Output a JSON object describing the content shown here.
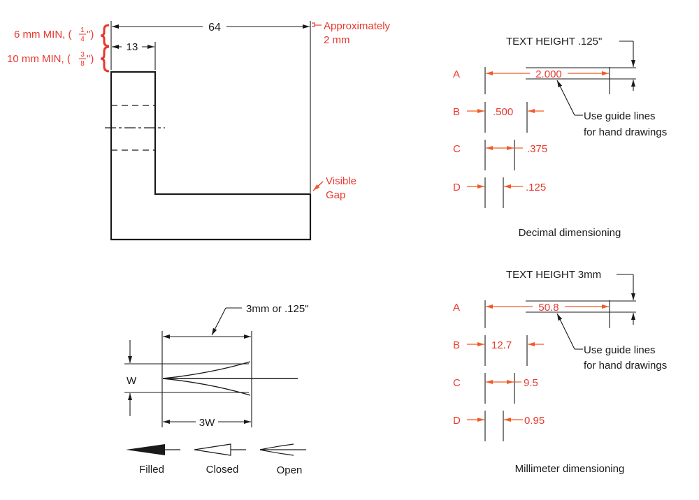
{
  "colors": {
    "black": "#1a1a1a",
    "red": "#e8382d",
    "orange": "#f05a28"
  },
  "top_left": {
    "dim_64": "64",
    "dim_13": "13",
    "min_6": "6 mm MIN, (",
    "frac_1": "1",
    "frac_4": "4",
    "inch_close": "\")",
    "min_10": "10 mm MIN, (",
    "frac_3": "3",
    "frac_8": "8",
    "approx_1": "Approximately",
    "approx_2": "2 mm",
    "visible_1": "Visible",
    "visible_2": "Gap"
  },
  "arrowhead_detail": {
    "callout": "3mm or .125\"",
    "w_label": "W",
    "dim_3w": "3W",
    "filled": "Filled",
    "closed": "Closed",
    "open": "Open"
  },
  "decimal": {
    "text_height": "TEXT HEIGHT .125\"",
    "row_a": "A",
    "row_b": "B",
    "row_c": "C",
    "row_d": "D",
    "val_a": "2.000",
    "val_b": ".500",
    "val_c": ".375",
    "val_d": ".125",
    "guide_1": "Use guide lines",
    "guide_2": "for hand drawings",
    "caption": "Decimal dimensioning"
  },
  "millimeter": {
    "text_height": "TEXT HEIGHT 3mm",
    "row_a": "A",
    "row_b": "B",
    "row_c": "C",
    "row_d": "D",
    "val_a": "50.8",
    "val_b": "12.7",
    "val_c": "9.5",
    "val_d": "0.95",
    "guide_1": "Use guide lines",
    "guide_2": "for hand drawings",
    "caption": "Millimeter dimensioning"
  }
}
